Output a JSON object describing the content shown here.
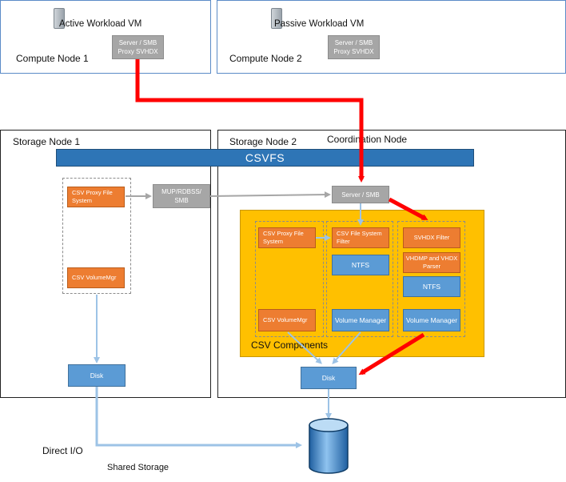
{
  "compute_node_1": {
    "label": "Compute Node 1",
    "vm_label": "Active Workload VM",
    "proxy": "Server / SMB\nProxy SVHDX"
  },
  "compute_node_2": {
    "label": "Compute Node 2",
    "vm_label": "Passive Workload VM",
    "proxy": "Server / SMB\nProxy SVHDX"
  },
  "storage_node_1": {
    "label": "Storage Node 1",
    "csv_proxy_fs": "CSV Proxy File System",
    "csv_volumemgr": "CSV VolumeMgr",
    "mup": "MUP/RDBSS/\nSMB",
    "disk": "Disk"
  },
  "storage_node_2": {
    "label": "Storage Node 2",
    "coordination": "Coordination Node",
    "server_smb": "Server / SMB",
    "csv_components": "CSV Components",
    "col1": {
      "proxy_fs": "CSV Proxy File System",
      "volumemgr": "CSV VolumeMgr"
    },
    "col2": {
      "fs_filter": "CSV File System Filter",
      "ntfs": "NTFS",
      "volume_manager": "Volume Manager"
    },
    "col3": {
      "svhdx_filter": "SVHDX Filter",
      "vhdmp": "VHDMP and VHDX Parser",
      "ntfs": "NTFS",
      "volume_manager": "Volume Manager"
    },
    "disk": "Disk"
  },
  "csvfs": "CSVFS",
  "direct_io": "Direct I/O",
  "shared_storage": "Shared Storage",
  "colors": {
    "red_path": "#ff0000",
    "light_arrow": "#9dc3e6",
    "gray_arrow": "#a6a6a6",
    "csvfs": "#2e75b6",
    "components": "#ffc000"
  }
}
